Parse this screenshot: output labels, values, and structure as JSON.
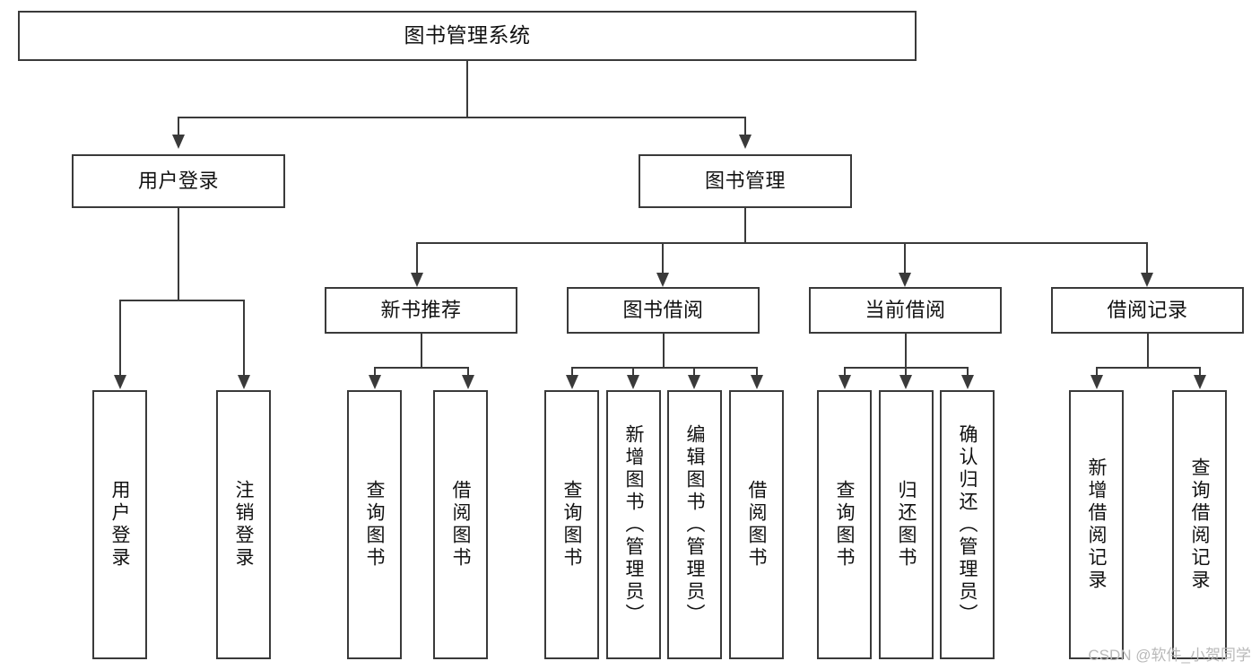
{
  "diagram": {
    "title": "图书管理系统",
    "type": "tree-hierarchy-chart",
    "root": {
      "label": "图书管理系统"
    },
    "level2": [
      {
        "label": "用户登录"
      },
      {
        "label": "图书管理"
      }
    ],
    "level3": [
      {
        "label": "新书推荐"
      },
      {
        "label": "图书借阅"
      },
      {
        "label": "当前借阅"
      },
      {
        "label": "借阅记录"
      }
    ],
    "leaves": {
      "user_login": [
        {
          "label": "用户登录"
        },
        {
          "label": "注销登录"
        }
      ],
      "new_book_recommend": [
        {
          "label": "查询图书"
        },
        {
          "label": "借阅图书"
        }
      ],
      "book_borrow": [
        {
          "label": "查询图书"
        },
        {
          "label": "新增图书（管理员）"
        },
        {
          "label": "编辑图书（管理员）"
        },
        {
          "label": "借阅图书"
        }
      ],
      "current_borrow": [
        {
          "label": "查询图书"
        },
        {
          "label": "归还图书"
        },
        {
          "label": "确认归还（管理员）"
        }
      ],
      "borrow_record": [
        {
          "label": "新增借阅记录"
        },
        {
          "label": "查询借阅记录"
        }
      ]
    }
  },
  "watermark": {
    "text": "CSDN @软件_小贺同学"
  },
  "colors": {
    "stroke": "#3a3a3a",
    "background": "#ffffff",
    "text": "#111111",
    "watermark": "#b9b9b9"
  }
}
